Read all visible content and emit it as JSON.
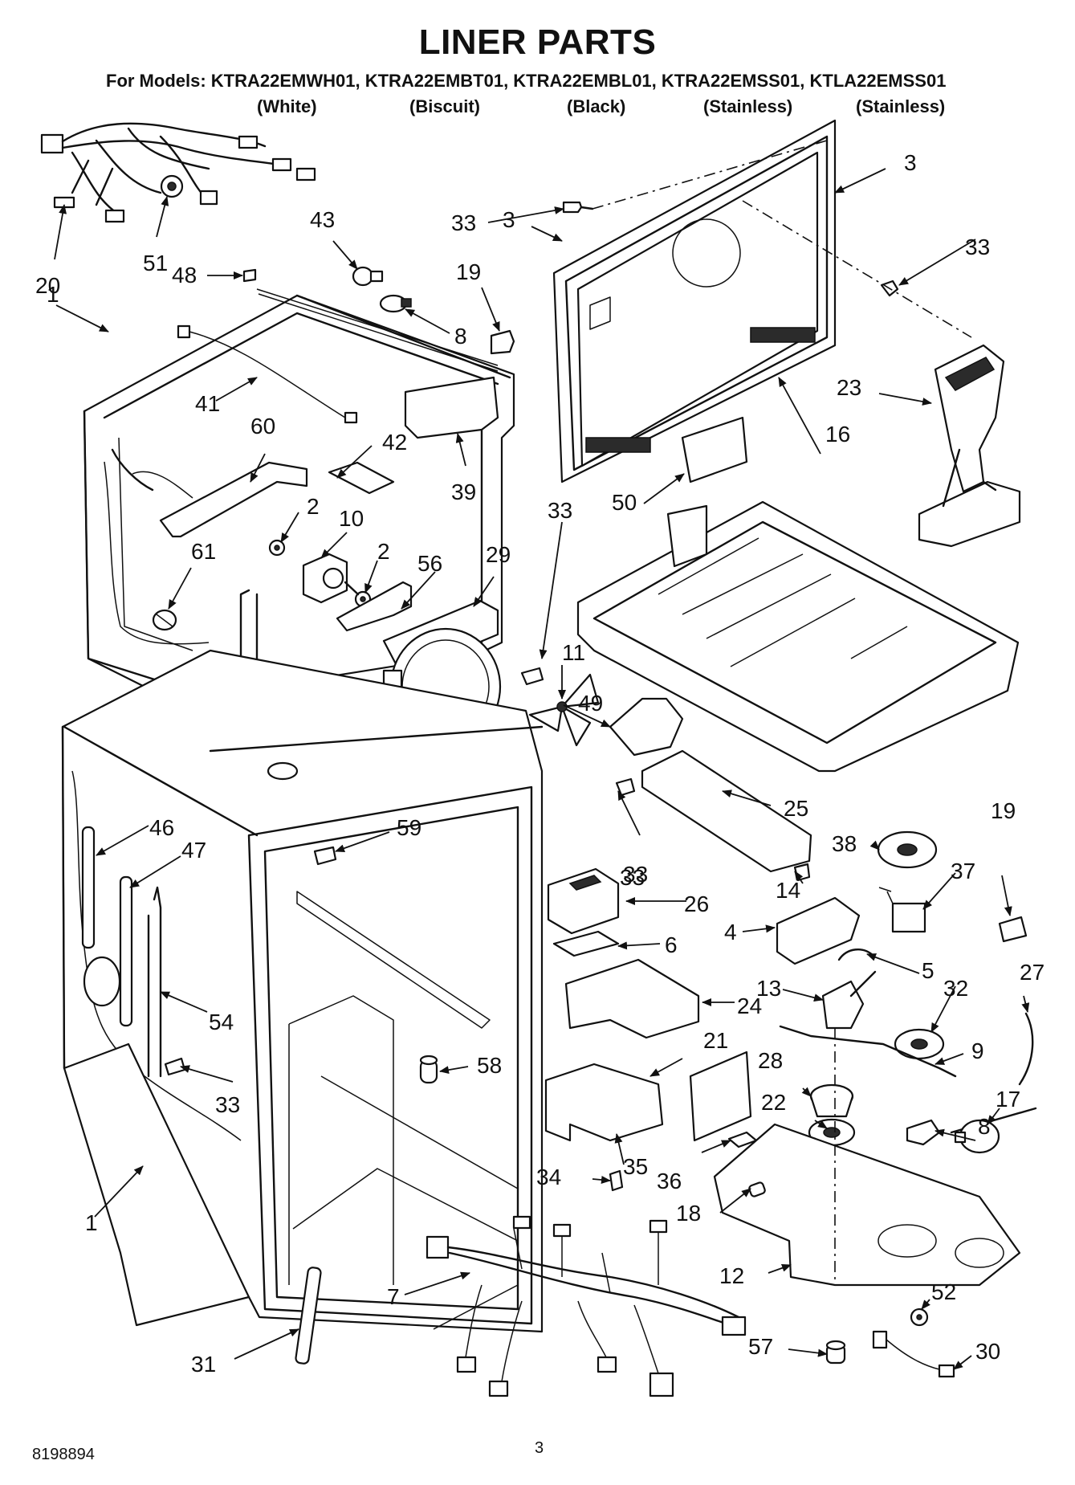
{
  "header": {
    "title": "LINER PARTS",
    "models": "For Models: KTRA22EMWH01, KTRA22EMBT01, KTRA22EMBL01, KTRA22EMSS01, KTLA22EMSS01",
    "finishes": [
      "(White)",
      "(Biscuit)",
      "(Black)",
      "(Stainless)",
      "(Stainless)"
    ]
  },
  "callouts": [
    "1",
    "1",
    "2",
    "2",
    "3",
    "3",
    "4",
    "5",
    "6",
    "7",
    "8",
    "8",
    "9",
    "10",
    "11",
    "12",
    "13",
    "14",
    "16",
    "17",
    "18",
    "19",
    "19",
    "20",
    "21",
    "22",
    "23",
    "24",
    "25",
    "26",
    "27",
    "28",
    "29",
    "30",
    "31",
    "32",
    "33",
    "33",
    "33",
    "33",
    "33",
    "33",
    "34",
    "35",
    "36",
    "37",
    "38",
    "39",
    "41",
    "42",
    "43",
    "46",
    "47",
    "48",
    "49",
    "50",
    "51",
    "52",
    "54",
    "56",
    "57",
    "58",
    "59",
    "60",
    "61"
  ],
  "footer": {
    "doc_number": "8198894",
    "page_number": "3"
  }
}
